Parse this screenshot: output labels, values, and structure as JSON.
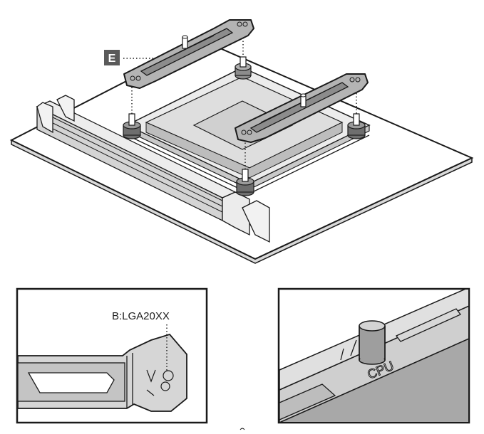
{
  "callout_letter": "E",
  "socket_label": "B:LGA20XX",
  "cpu_marking": "CPU",
  "colors": {
    "outline": "#1a1a1a",
    "bracket_fill": "#b4b4b4",
    "bracket_dark": "#8c8c8c",
    "socket_fill": "#e6e6e6",
    "board_fill": "#ffffff",
    "callout_bg": "#5a5a5a"
  },
  "icons": [
    "standoff-icon",
    "thumb-screw-icon",
    "mounting-bracket-icon"
  ]
}
